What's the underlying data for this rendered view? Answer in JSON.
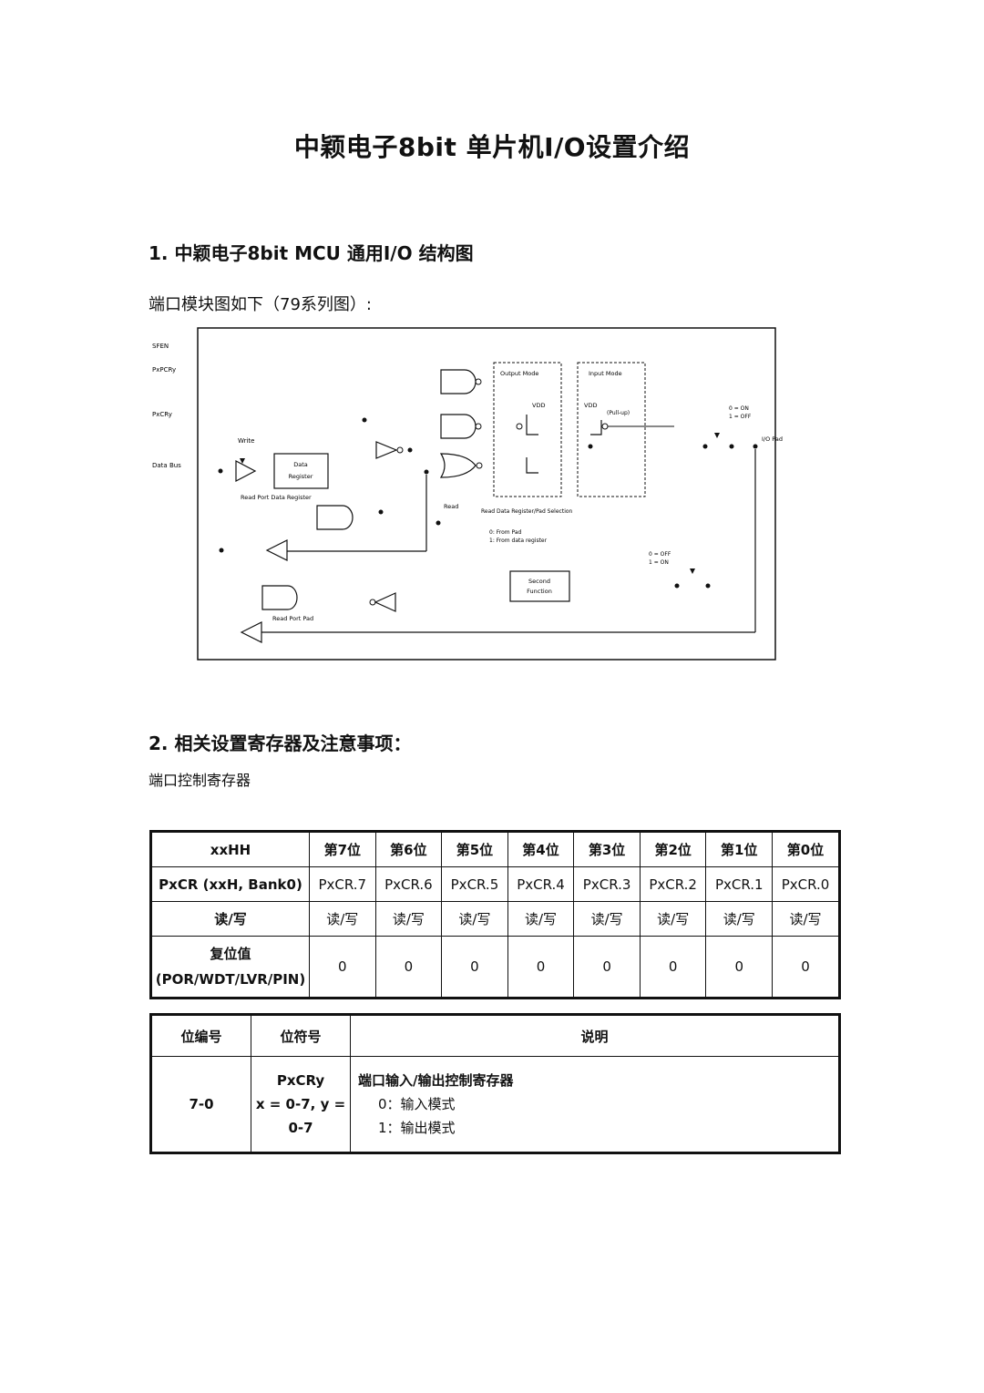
{
  "doc": {
    "title": "中颖电子8bit  单片机I/O设置介绍",
    "section1_heading": "1.  中颖电子8bit  MCU  通用I/O  结构图",
    "section1_caption": "端口模块图如下（79系列图）:",
    "section2_heading": "2.  相关设置寄存器及注意事项：",
    "section2_caption": "端口控制寄存器"
  },
  "diagram": {
    "left_labels": [
      "SFEN",
      "PxPCRy",
      "PxCRy",
      "Data Bus"
    ],
    "write": "Write",
    "data_reg_line1": "Data",
    "data_reg_line2": "Register",
    "read_port_data_register": "Read Port Data Register",
    "read": "Read",
    "output_mode": "Output Mode",
    "input_mode": "Input Mode",
    "vdd": "VDD",
    "pull_up": "(Pull-up)",
    "on_off_1a": "0 = ON",
    "on_off_1b": "1 = OFF",
    "io_pad": "I/O  Pad",
    "read_sel": "Read Data Register/Pad Selection",
    "from_pad": "0: From Pad",
    "from_reg": "1: From data register",
    "on_off_2a": "0 = OFF",
    "on_off_2b": "1 = ON",
    "second_fn_1": "Second",
    "second_fn_2": "Function",
    "read_port_pad": "Read Port Pad"
  },
  "reg_table": {
    "header": [
      "xxHH",
      "第7位",
      "第6位",
      "第5位",
      "第4位",
      "第3位",
      "第2位",
      "第1位",
      "第0位"
    ],
    "row_name": "PxCR (xxH, Bank0)",
    "row_name_cells": [
      "PxCR.7",
      "PxCR.6",
      "PxCR.5",
      "PxCR.4",
      "PxCR.3",
      "PxCR.2",
      "PxCR.1",
      "PxCR.0"
    ],
    "rw_label": "读/写",
    "rw_cells": [
      "读/写",
      "读/写",
      "读/写",
      "读/写",
      "读/写",
      "读/写",
      "读/写",
      "读/写"
    ],
    "reset_label_1": "复位值",
    "reset_label_2": "(POR/WDT/LVR/PIN)",
    "reset_cells": [
      "0",
      "0",
      "0",
      "0",
      "0",
      "0",
      "0",
      "0"
    ]
  },
  "bit_table": {
    "col_bitnum": "位编号",
    "col_symbol": "位符号",
    "col_desc": "说明",
    "bitnum": "7-0",
    "symbol_1": "PxCRy",
    "symbol_2": "x  =  0-7,  y  =",
    "symbol_3": "0-7",
    "desc_title": "端口输入/输出控制寄存器",
    "desc_0": "0：输入模式",
    "desc_1": "1：输出模式"
  }
}
